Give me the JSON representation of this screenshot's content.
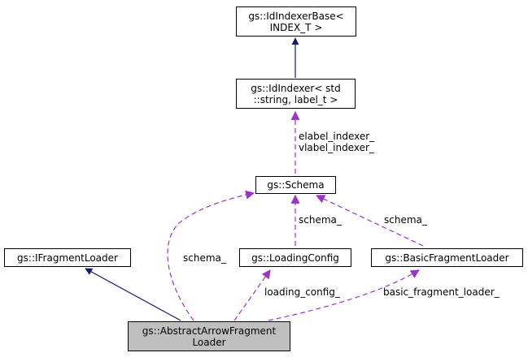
{
  "nodes": {
    "id_indexer_base": {
      "lines": [
        "gs::IdIndexerBase<",
        "INDEX_T >"
      ]
    },
    "id_indexer": {
      "lines": [
        "gs::IdIndexer< std",
        "::string, label_t >"
      ]
    },
    "schema": {
      "lines": [
        "gs::Schema"
      ]
    },
    "ifragment_loader": {
      "lines": [
        "gs::IFragmentLoader"
      ]
    },
    "loading_config": {
      "lines": [
        "gs::LoadingConfig"
      ]
    },
    "basic_fragment_loader": {
      "lines": [
        "gs::BasicFragmentLoader"
      ]
    },
    "abstract_arrow_fragment_loader": {
      "lines": [
        "gs::AbstractArrowFragment",
        "Loader"
      ]
    }
  },
  "edge_labels": {
    "indexers": [
      "elabel_indexer_",
      "vlabel_indexer_"
    ],
    "schema_from_loading_config": "schema_",
    "schema_from_basic_loader": "schema_",
    "schema_from_abstract_loader": "schema_",
    "loading_config": "loading_config_",
    "basic_fragment_loader": "basic_fragment_loader_"
  },
  "colors": {
    "inheritance": "#191970",
    "usage": "#9a32cd",
    "focus_fill": "#bfbfbf"
  }
}
